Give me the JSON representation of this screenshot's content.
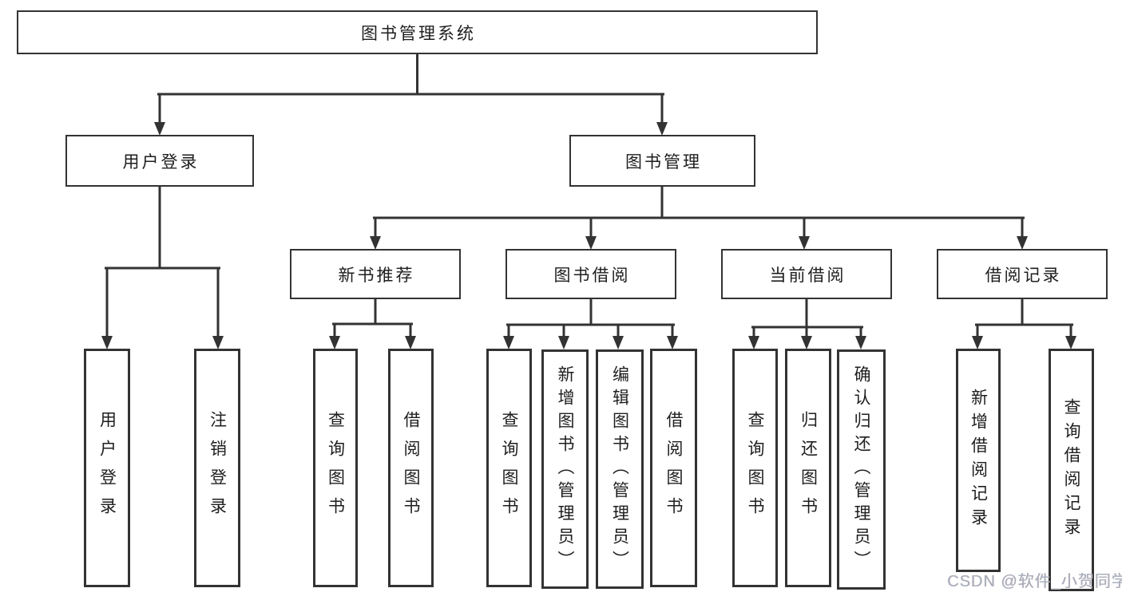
{
  "tree": {
    "root": {
      "label": "图书管理系统",
      "children": [
        {
          "label": "用户登录",
          "children": [
            {
              "label": "用户登录"
            },
            {
              "label": "注销登录"
            }
          ]
        },
        {
          "label": "图书管理",
          "children": [
            {
              "label": "新书推荐",
              "children": [
                {
                  "label": "查询图书"
                },
                {
                  "label": "借阅图书"
                }
              ]
            },
            {
              "label": "图书借阅",
              "children": [
                {
                  "label": "查询图书"
                },
                {
                  "label": "新增图书（管理员）"
                },
                {
                  "label": "编辑图书（管理员）"
                },
                {
                  "label": "借阅图书"
                }
              ]
            },
            {
              "label": "当前借阅",
              "children": [
                {
                  "label": "查询图书"
                },
                {
                  "label": "归还图书"
                },
                {
                  "label": "确认归还（管理员）"
                }
              ]
            },
            {
              "label": "借阅记录",
              "children": [
                {
                  "label": "新增借阅记录"
                },
                {
                  "label": "查询借阅记录"
                }
              ]
            }
          ]
        }
      ]
    }
  },
  "watermark": {
    "text": "CSDN @软件_小贺同学"
  },
  "colors": {
    "line": "#333333",
    "box_border": "#333333",
    "text": "#1e1e1e",
    "watermark": "#a9b0bf",
    "background": "#ffffff"
  }
}
